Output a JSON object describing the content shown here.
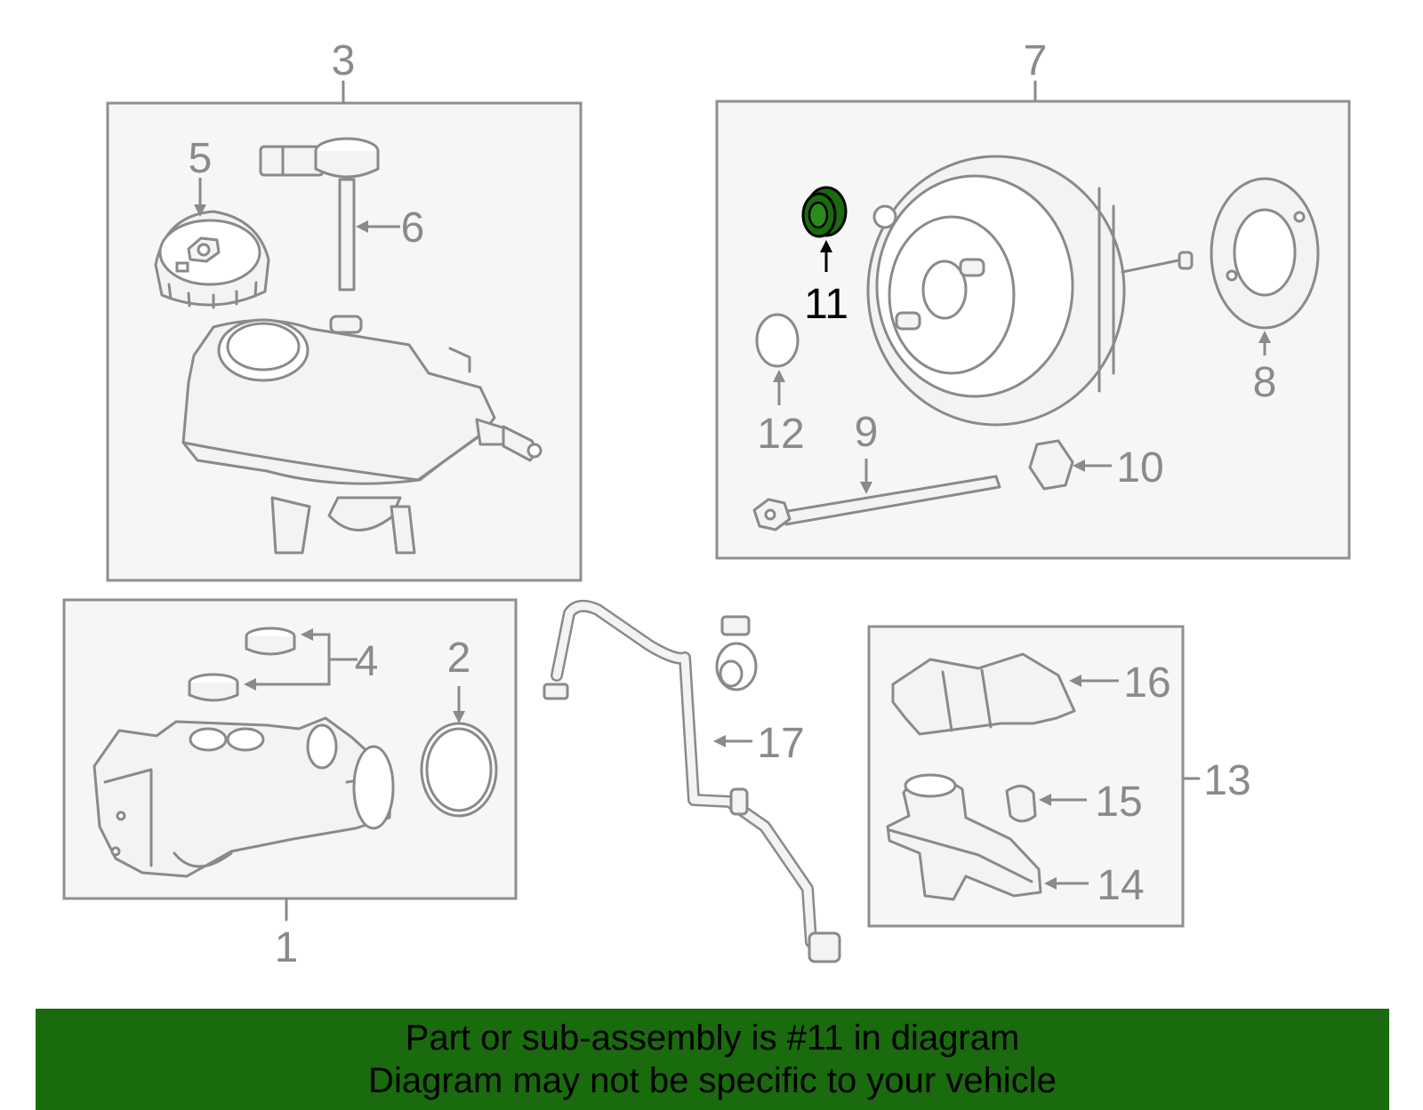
{
  "callouts": {
    "c1": "1",
    "c2": "2",
    "c3": "3",
    "c4": "4",
    "c5": "5",
    "c6": "6",
    "c7": "7",
    "c8": "8",
    "c9": "9",
    "c10": "10",
    "c11": "11",
    "c12": "12",
    "c13": "13",
    "c14": "14",
    "c15": "15",
    "c16": "16",
    "c17": "17"
  },
  "highlight": {
    "part": "11",
    "color": "#1a6a0e"
  },
  "banner": {
    "line1": "Part or sub-assembly is #11 in diagram",
    "line2": "Diagram may not be specific to your vehicle",
    "background": "#1a6a0e"
  }
}
